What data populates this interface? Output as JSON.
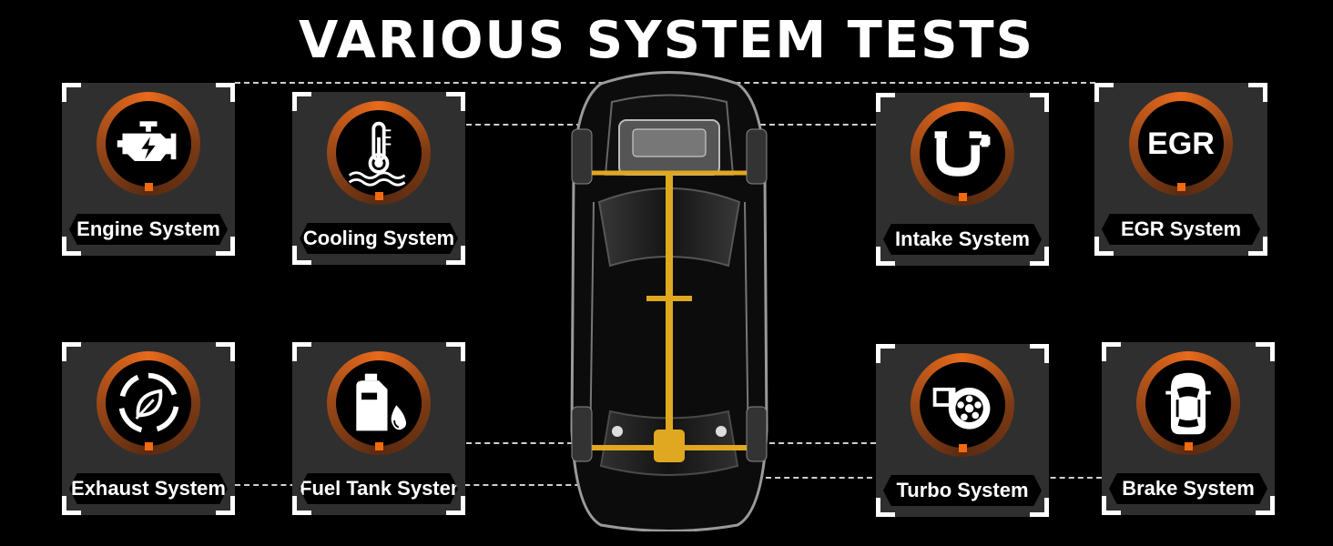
{
  "title": "VARIOUS SYSTEM TESTS",
  "colors": {
    "accent": "#e86a1c",
    "card_bg": "#2f2f2f",
    "background": "#000000",
    "shaft": "#e0a820"
  },
  "systems": [
    {
      "label": "Engine System",
      "icon": "engine-icon"
    },
    {
      "label": "Cooling System",
      "icon": "thermometer-icon"
    },
    {
      "label": "Intake System",
      "icon": "intake-pipe-icon"
    },
    {
      "label": "EGR System",
      "icon": "egr-icon",
      "icon_text": "EGR"
    },
    {
      "label": "Exhaust System",
      "icon": "exhaust-leaf-icon"
    },
    {
      "label": "Fuel Tank System",
      "icon": "fuel-can-icon"
    },
    {
      "label": "Turbo System",
      "icon": "turbo-icon"
    },
    {
      "label": "Brake System",
      "icon": "car-top-icon"
    }
  ]
}
